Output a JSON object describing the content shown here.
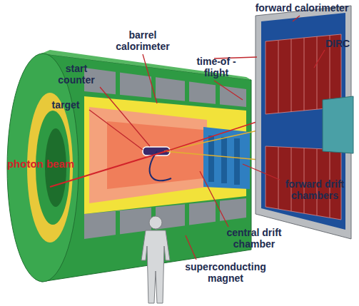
{
  "diagram": {
    "labels": [
      "forward calorimeter",
      "DIRC",
      "barrel calorimeter",
      "time-of -flight",
      "start counter",
      "target",
      "photon beam",
      "forward drift chambers",
      "central drift chamber",
      "superconducting magnet"
    ]
  }
}
